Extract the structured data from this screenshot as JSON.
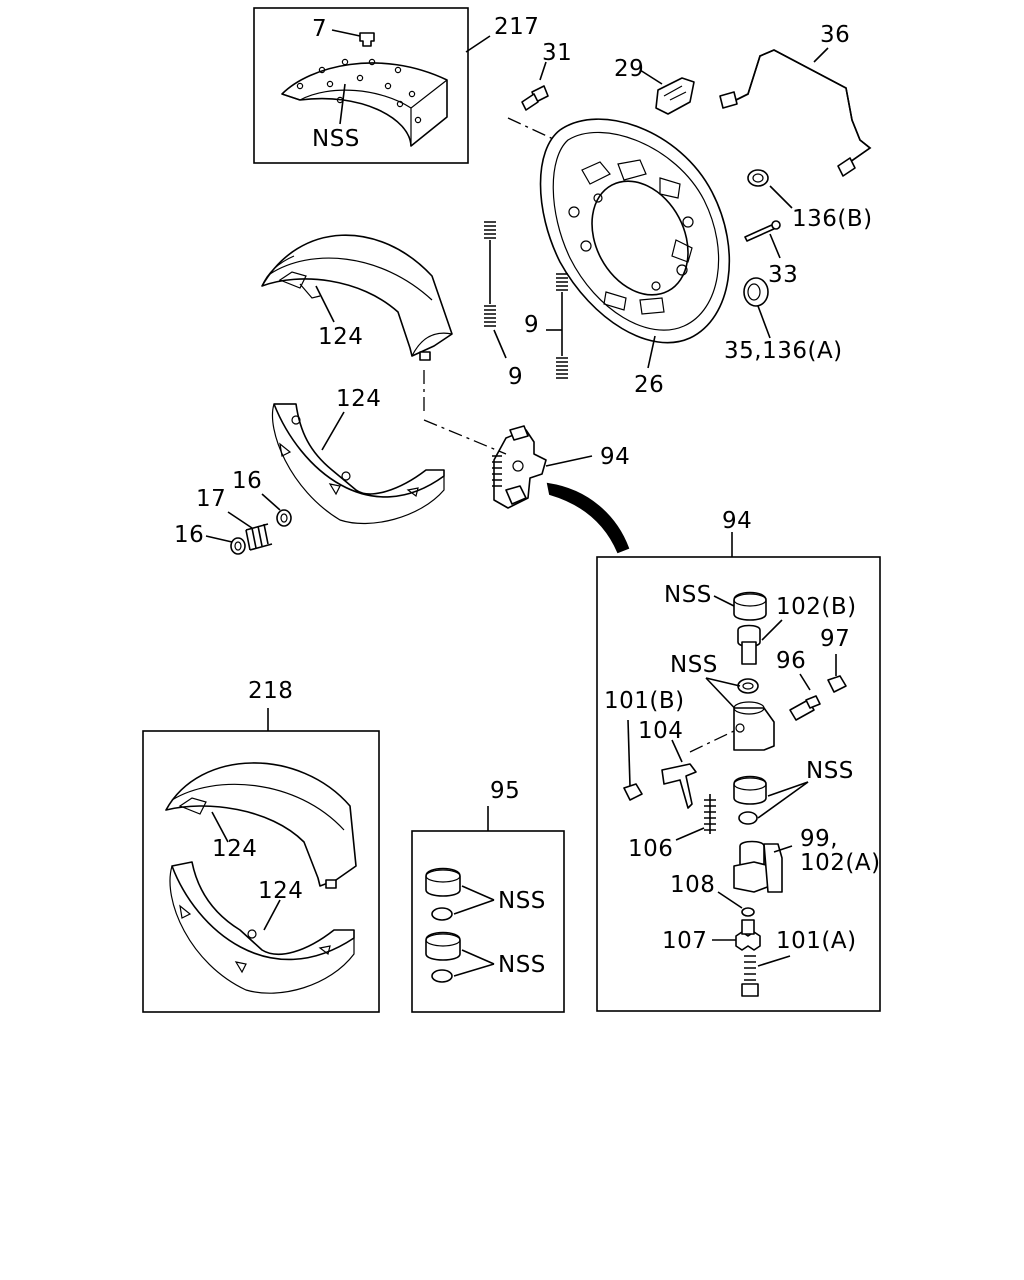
{
  "labels": {
    "p7": "7",
    "p217": "217",
    "nss_217": "NSS",
    "p31": "31",
    "p29": "29",
    "p36": "36",
    "p136b": "136(B)",
    "p33": "33",
    "p35_136a": "35,136(A)",
    "p26": "26",
    "p9_upper": "9",
    "p9_lower": "9",
    "p124_upper": "124",
    "p124_lower": "124",
    "p16_top": "16",
    "p17": "17",
    "p16_left": "16",
    "p94_main": "94",
    "p94_box": "94",
    "nss_cap": "NSS",
    "p102b": "102(B)",
    "p97": "97",
    "p96": "96",
    "nss_ring": "NSS",
    "p101b": "101(B)",
    "p104": "104",
    "nss_cup": "NSS",
    "p106": "106",
    "p99": "99,",
    "p102a": "102(A)",
    "p108": "108",
    "p107": "107",
    "p101a": "101(A)",
    "p218": "218",
    "p124_box_upper": "124",
    "p124_box_lower": "124",
    "p95": "95",
    "nss_kit_1": "NSS",
    "nss_kit_2": "NSS"
  }
}
